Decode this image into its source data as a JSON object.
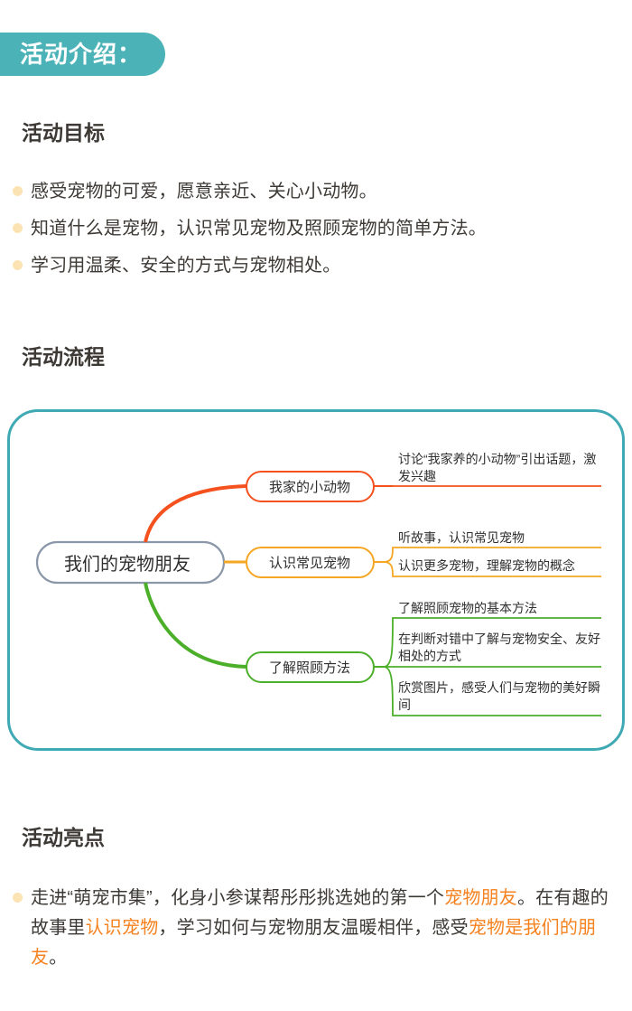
{
  "header": {
    "title": "活动介绍："
  },
  "sections": {
    "goal": {
      "heading": "活动目标",
      "items": [
        "感受宠物的可爱，愿意亲近、关心小动物。",
        "知道什么是宠物，认识常见宠物及照顾宠物的简单方法。",
        "学习用温柔、安全的方式与宠物相处。"
      ]
    },
    "flow": {
      "heading": "活动流程"
    },
    "highlights": {
      "heading": "活动亮点",
      "paragraph": {
        "p1": "走进“萌宠市集”，化身小参谋帮彤彤挑选她的第一个",
        "h1": "宠物朋友",
        "p2": "。在有趣的故事里",
        "h2": "认识宠物",
        "p3": "，学习如何与宠物朋友温暖相伴，感受",
        "h3": "宠物是我们的朋友",
        "p4": "。"
      }
    }
  },
  "mindmap": {
    "root": "我们的宠物朋友",
    "branches": [
      {
        "label": "我家的小动物",
        "color": "#F4511E",
        "leaves": [
          "讨论“我家养的小动物”引出话题，激发兴趣"
        ]
      },
      {
        "label": "认识常见宠物",
        "color": "#F5A623",
        "leaves": [
          "听故事，认识常见宠物",
          "认识更多宠物，理解宠物的概念"
        ]
      },
      {
        "label": "了解照顾方法",
        "color": "#4CAF2A",
        "leaves": [
          "了解照顾宠物的基本方法",
          "在判断对错中了解与宠物安全、友好相处的方式",
          "欣赏图片，感受人们与宠物的美好瞬间"
        ]
      }
    ],
    "colors": {
      "card_border": "#3FA9B4",
      "root_border": "#8A97A8",
      "accent_teal": "#4BB3B8",
      "highlight_yellow": "#FBE6BC",
      "bullet_dot": "#FBE3B4",
      "orange_text": "#F5821F"
    }
  }
}
